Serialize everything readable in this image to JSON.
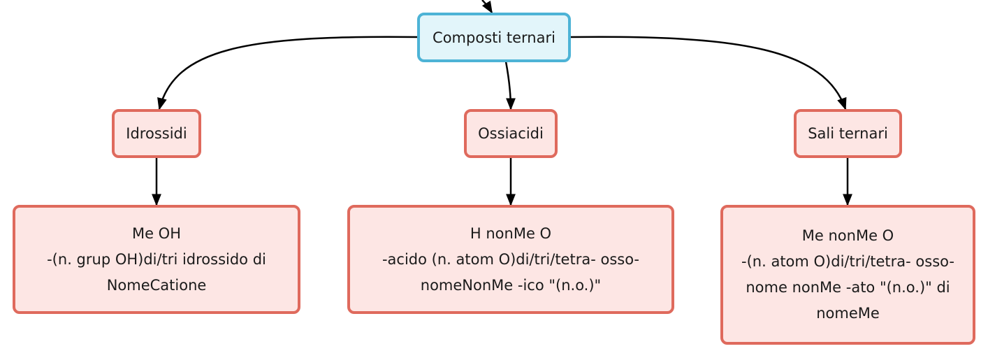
{
  "diagram": {
    "root": {
      "label": "Composti ternari"
    },
    "categories": [
      {
        "label": "Idrossidi",
        "description_lines": [
          "Me OH",
          "-(n. grup OH)di/tri idrossido di",
          "NomeCatione"
        ]
      },
      {
        "label": "Ossiacidi",
        "description_lines": [
          "H nonMe O",
          "-acido (n. atom O)di/tri/tetra- osso-",
          "nomeNonMe -ico \"(n.o.)\""
        ]
      },
      {
        "label": "Sali ternari",
        "description_lines": [
          "Me nonMe O",
          "-(n. atom O)di/tri/tetra- osso-",
          "nome nonMe -ato \"(n.o.)\" di",
          "nomeMe"
        ]
      }
    ],
    "colors": {
      "root_fill": "#e2f5fa",
      "root_border": "#4db3d6",
      "node_fill": "#fde6e4",
      "node_border": "#df6a5d",
      "connector": "#000000"
    }
  }
}
